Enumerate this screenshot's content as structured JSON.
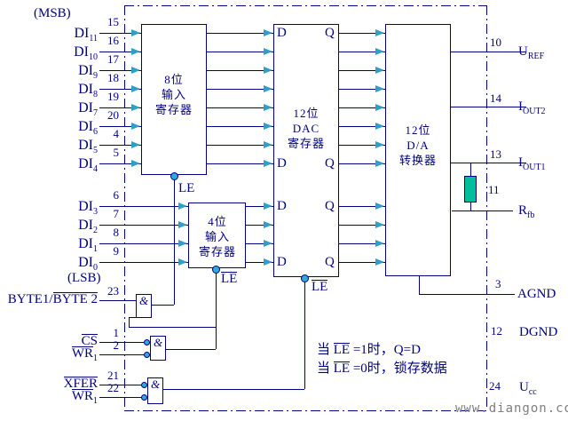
{
  "diagram": {
    "markers": {
      "msb": "(MSB)",
      "lsb": "(LSB)"
    },
    "msb_inputs": [
      {
        "base": "DI",
        "sub": "11",
        "pin": "15"
      },
      {
        "base": "DI",
        "sub": "10",
        "pin": "16"
      },
      {
        "base": "DI",
        "sub": "9",
        "pin": "17"
      },
      {
        "base": "DI",
        "sub": "8",
        "pin": "18"
      },
      {
        "base": "DI",
        "sub": "7",
        "pin": "19"
      },
      {
        "base": "DI",
        "sub": "6",
        "pin": "20"
      },
      {
        "base": "DI",
        "sub": "5",
        "pin": "4"
      },
      {
        "base": "DI",
        "sub": "4",
        "pin": "5"
      }
    ],
    "lsb_inputs": [
      {
        "base": "DI",
        "sub": "3",
        "pin": "6"
      },
      {
        "base": "DI",
        "sub": "2",
        "pin": "7"
      },
      {
        "base": "DI",
        "sub": "1",
        "pin": "8"
      },
      {
        "base": "DI",
        "sub": "0",
        "pin": "9"
      }
    ],
    "control_inputs": [
      {
        "pin": "23",
        "parts": [
          {
            "t": "BYTE1/"
          },
          {
            "t": "BYTE 2",
            "over": true
          }
        ]
      },
      {
        "pin": "1",
        "parts": [
          {
            "t": "CS",
            "over": true
          }
        ]
      },
      {
        "pin": "2",
        "parts": [
          {
            "t": "WR",
            "over": true
          },
          {
            "t": "1",
            "sub": true
          }
        ]
      },
      {
        "pin": "21",
        "parts": [
          {
            "t": "XFER",
            "over": true
          }
        ]
      },
      {
        "pin": "22",
        "parts": [
          {
            "t": "WR",
            "over": true
          },
          {
            "t": "1",
            "sub": true
          }
        ]
      }
    ],
    "blocks": {
      "reg8": [
        "8位",
        "输入",
        "寄存器"
      ],
      "reg4": [
        "4位",
        "输入",
        "寄存器"
      ],
      "dac_reg": [
        "12位",
        "DAC",
        "寄存器"
      ],
      "dac_conv": [
        "12位",
        "D/A",
        "转换器"
      ]
    },
    "port_d": "D",
    "port_q": "Q",
    "gate_symbol": "&",
    "le_plain": "LE",
    "le_over": "LE",
    "outputs": [
      {
        "pin": "10",
        "base": "U",
        "sub": "REF"
      },
      {
        "pin": "14",
        "base": "I",
        "sub": "OUT2"
      },
      {
        "pin": "13",
        "base": "I",
        "sub": "OUT1"
      },
      {
        "pin": "11",
        "base": "R",
        "sub": "fb"
      },
      {
        "pin": "3",
        "base": "AGND"
      },
      {
        "pin": "12",
        "base": "DGND"
      },
      {
        "pin": "24",
        "base": "U",
        "sub": "cc"
      }
    ],
    "notes": [
      [
        {
          "t": "当 "
        },
        {
          "t": "LE",
          "over": true
        },
        {
          "t": " =1时，Q=D"
        }
      ],
      [
        {
          "t": "当 "
        },
        {
          "t": "LE",
          "over": true
        },
        {
          "t": " =0时，锁存数据"
        }
      ]
    ],
    "watermark": "www.diangon.com"
  },
  "colors": {
    "line": "#000080",
    "arrow": "#2f9fc8",
    "dot": "#2fa8dc",
    "resistor": "#00bf9a",
    "watermark": "#7e7e7e",
    "background": "#ffffff"
  }
}
